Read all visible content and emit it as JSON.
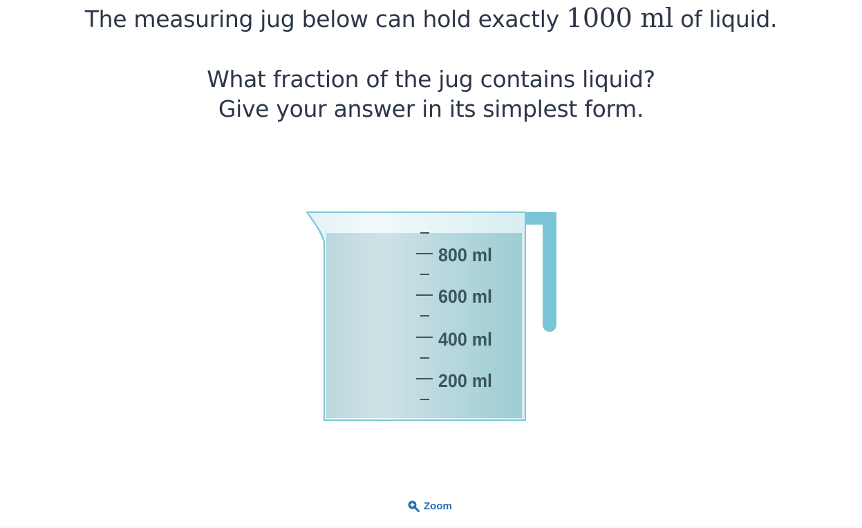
{
  "question": {
    "line1_prefix": "The measuring jug below can hold exactly ",
    "line1_math": "1000 ml",
    "line1_suffix": " of liquid.",
    "line2": "What fraction of the jug contains liquid?",
    "line3": "Give your answer in its simplest form."
  },
  "jug": {
    "capacity_ml": 1000,
    "liquid_level_ml": 900,
    "scale_labels": [
      "800 ml",
      "600 ml",
      "400 ml",
      "200 ml"
    ],
    "colors": {
      "liquid": "#b4d6db",
      "outline": "#7cc8d6",
      "handle": "#7ac5d8",
      "label_text": "#3a5560"
    }
  },
  "zoom": {
    "label": "Zoom",
    "icon": "zoom-in-icon"
  }
}
